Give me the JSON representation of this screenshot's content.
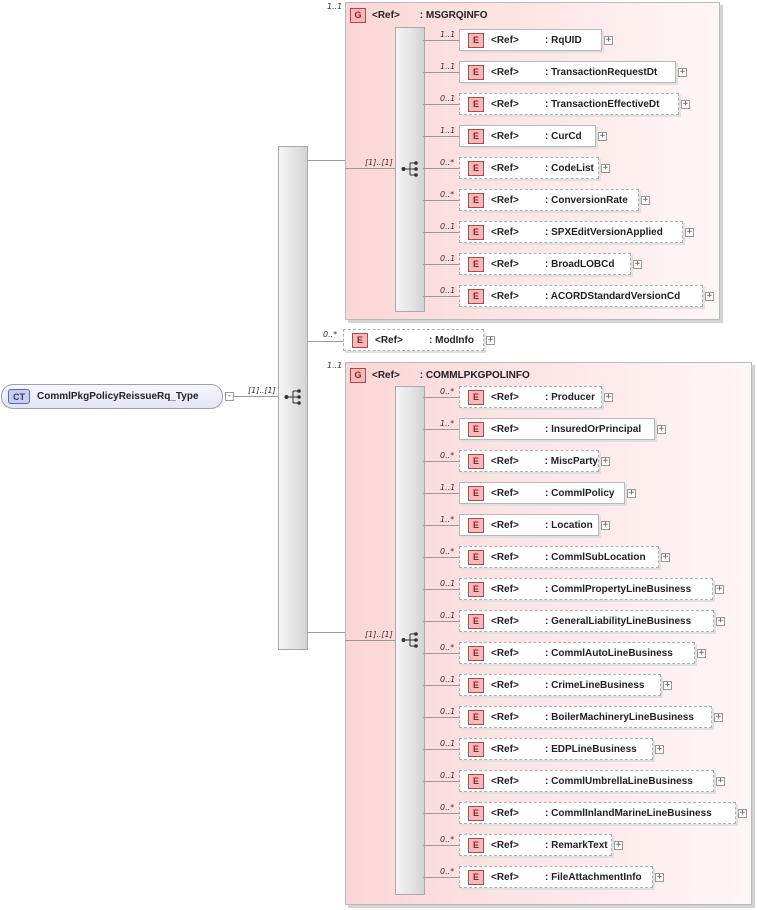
{
  "root": {
    "badge": "CT",
    "name": "CommlPkgPolicyReissueRq_Type",
    "multiplicity": "[1]..[1]",
    "collapse": "-"
  },
  "labels": {
    "ref": "<Ref>",
    "group_badge": "G",
    "element_badge": "E",
    "expand": "+"
  },
  "msgrqinfo": {
    "multiplicity": "1..1",
    "badge": "G",
    "ref": "<Ref>",
    "name": ": MSGRQINFO",
    "sequence_multiplicity": "[1]..[1]",
    "children": [
      {
        "mult": "1..1",
        "name": ": RqUID"
      },
      {
        "mult": "1..1",
        "name": ": TransactionRequestDt"
      },
      {
        "mult": "0..1",
        "name": ": TransactionEffectiveDt"
      },
      {
        "mult": "1..1",
        "name": ": CurCd"
      },
      {
        "mult": "0..*",
        "name": ": CodeList"
      },
      {
        "mult": "0..*",
        "name": ": ConversionRate"
      },
      {
        "mult": "0..1",
        "name": ": SPXEditVersionApplied"
      },
      {
        "mult": "0..1",
        "name": ": BroadLOBCd"
      },
      {
        "mult": "0..1",
        "name": ": ACORDStandardVersionCd"
      }
    ]
  },
  "modinfo": {
    "mult": "0..*",
    "name": ": ModInfo"
  },
  "commlpkgpolinfo": {
    "multiplicity": "1..1",
    "badge": "G",
    "ref": "<Ref>",
    "name": ": COMMLPKGPOLINFO",
    "sequence_multiplicity": "[1]..[1]",
    "children": [
      {
        "mult": "0..*",
        "name": ": Producer"
      },
      {
        "mult": "1..*",
        "name": ": InsuredOrPrincipal"
      },
      {
        "mult": "0..*",
        "name": ": MiscParty"
      },
      {
        "mult": "1..1",
        "name": ": CommlPolicy"
      },
      {
        "mult": "1..*",
        "name": ": Location"
      },
      {
        "mult": "0..*",
        "name": ": CommlSubLocation"
      },
      {
        "mult": "0..1",
        "name": ": CommlPropertyLineBusiness"
      },
      {
        "mult": "0..1",
        "name": ": GeneralLiabilityLineBusiness"
      },
      {
        "mult": "0..*",
        "name": ": CommlAutoLineBusiness"
      },
      {
        "mult": "0..1",
        "name": ": CrimeLineBusiness"
      },
      {
        "mult": "0..1",
        "name": ": BoilerMachineryLineBusiness"
      },
      {
        "mult": "0..1",
        "name": ": EDPLineBusiness"
      },
      {
        "mult": "0..1",
        "name": ": CommlUmbrellaLineBusiness"
      },
      {
        "mult": "0..*",
        "name": ": CommlInlandMarineLineBusiness"
      },
      {
        "mult": "0..*",
        "name": ": RemarkText"
      },
      {
        "mult": "0..*",
        "name": ": FileAttachmentInfo"
      }
    ]
  },
  "colors": {
    "group_fill": "#fcd6d6",
    "element_badge": "#f7b9b9",
    "ct_fill": "#e2e5f6",
    "connector": "#9a9a9a"
  },
  "icons": {
    "sequence": "sequence-icon",
    "expand": "plus-icon",
    "collapse": "minus-icon"
  }
}
